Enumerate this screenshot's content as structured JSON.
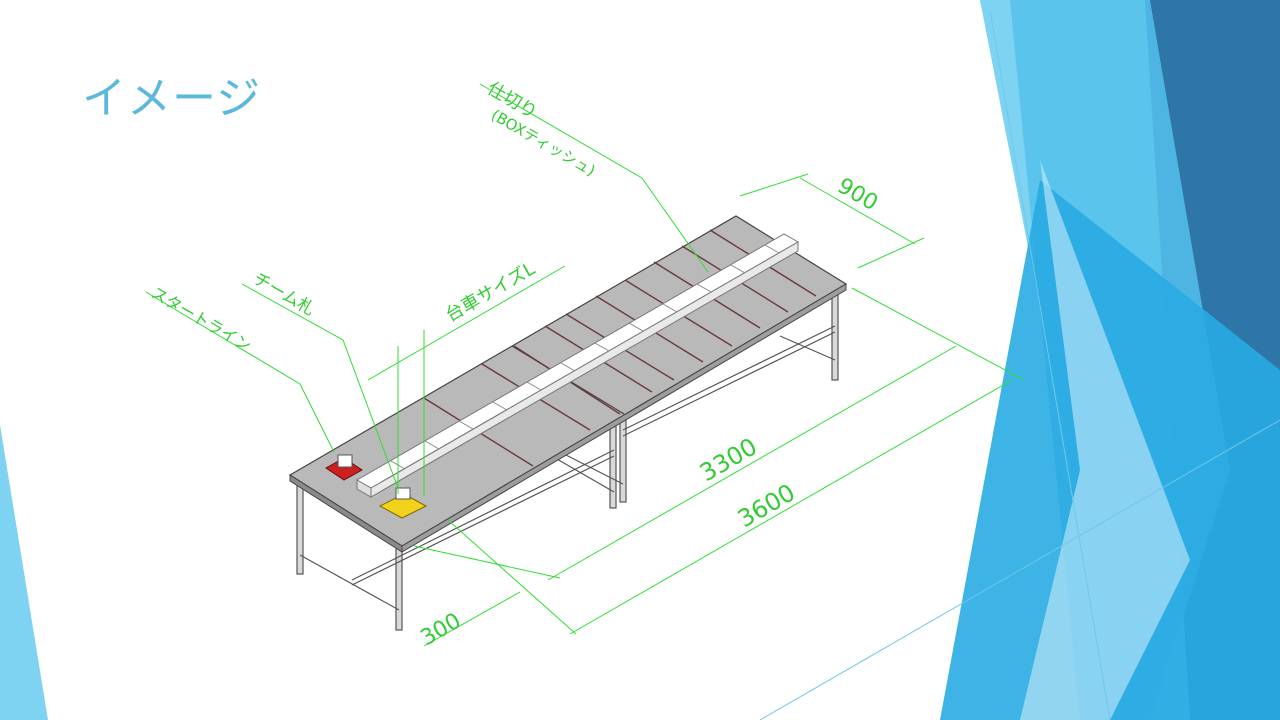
{
  "slide": {
    "title": "イメージ"
  },
  "diagram": {
    "labels": {
      "partition": "仕切り",
      "partition_note": "(BOXティッシュ)",
      "cart_size": "台車サイズL",
      "team_tag": "チーム札",
      "start_line": "スタートライン"
    },
    "dimensions": {
      "width": "900",
      "inner_length": "3300",
      "total_length": "3600",
      "offset": "300"
    },
    "colors": {
      "dimension_line": "#33dd33",
      "table_top": "#b9b9b9",
      "divider": "#6b3a3a",
      "partition_box": "#ffffff",
      "start_marker": "#cc1f1f",
      "team_tag": "#f2d21b",
      "accent_light": "#7ed3f2",
      "accent_mid": "#29abe2",
      "accent_dark": "#2e75a8"
    }
  }
}
